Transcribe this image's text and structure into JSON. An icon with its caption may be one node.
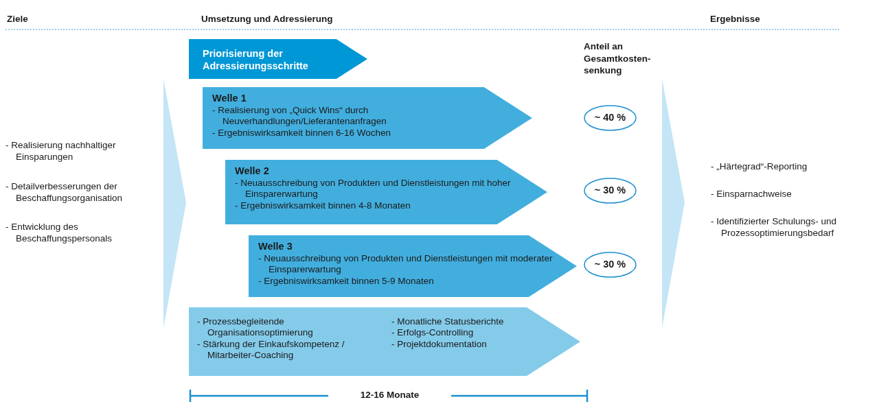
{
  "diagram": {
    "nodes": [
      {
        "text": [
          "Priorisierung der Adressierungsschritte"
        ]
      },
      {
        "text": [
          "Welle 1",
          "- Realisierung von „Quick Wins“ durch Neuverhandlungen/Lieferantenanfragen",
          "- Ergebniswirksamkeit binnen 6-16 Wochen"
        ]
      },
      {
        "text": [
          "Welle 2",
          "- Neuausschreibung von Produkten und Dienstleistungen mit hoher Einsparerwartung",
          "- Ergebniswirksamkeit binnen 4-8 Monaten"
        ]
      },
      {
        "text": [
          "Welle 3",
          "- Neuausschreibung von Produkten und Dienstleistungen mit moderater Einsparerwartung",
          "- Ergebniswirksamkeit binnen 5-9 Monaten"
        ]
      },
      {
        "text": [
          "- Prozessbegleitende Organisationsoptimierung",
          "- Stärkung der Einkaufskompetenz / Mitarbeiter-Coaching",
          "- Monatliche Statusberichte",
          "- Erfolgs-Controlling",
          "- Projektdokumentation"
        ]
      },
      {
        "text": [
          "~ 40 %"
        ]
      },
      {
        "text": [
          "~ 30 %"
        ]
      },
      {
        "text": [
          "~ 30 %"
        ]
      }
    ],
    "edges": [],
    "labels": [
      "Ziele",
      "Umsetzung und Adressierung",
      "Ergebnisse",
      "- Realisierung nachhaltiger Einsparungen",
      "- Detailverbesserungen der Beschaffungsorganisation",
      "- Entwicklung des Beschaffungspersonals",
      "Anteil an Gesamtkosten-senkung",
      "- „Härtegrad“-Reporting",
      "- Einsparnachweise",
      "- Identifizierter Schulungs- und Prozessoptimierungsbedarf",
      "12-16 Monate"
    ]
  }
}
